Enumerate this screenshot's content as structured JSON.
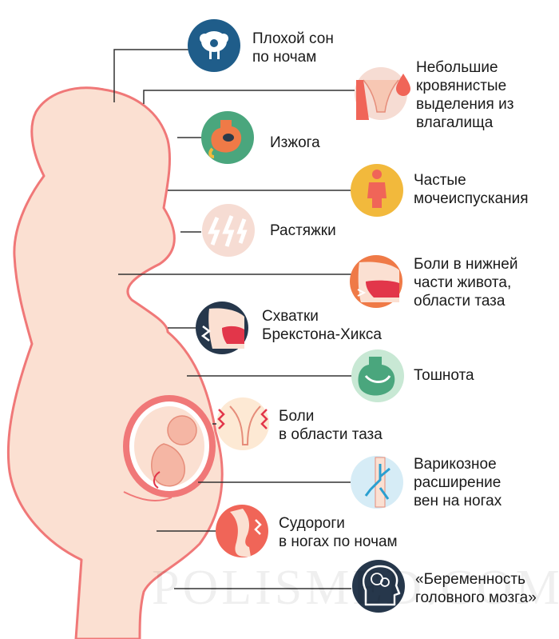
{
  "symptoms": [
    {
      "label": "Плохой сон\nпо ночам",
      "icon": "sheep-icon"
    },
    {
      "label": "Небольшие\nкровянистые\nвыделения из\nвлагалища",
      "icon": "blood-drop-icon"
    },
    {
      "label": "Изжога",
      "icon": "stomach-heartburn-icon"
    },
    {
      "label": "Частые\nмочеиспускания",
      "icon": "person-bladder-icon"
    },
    {
      "label": "Растяжки",
      "icon": "stretch-marks-icon"
    },
    {
      "label": "Боли в нижней\nчасти живота,\nобласти таза",
      "icon": "lower-abdomen-pain-icon"
    },
    {
      "label": "Схватки\nБрекстона-Хикса",
      "icon": "contraction-icon"
    },
    {
      "label": "Тошнота",
      "icon": "stomach-nausea-icon"
    },
    {
      "label": "Боли\nв области таза",
      "icon": "pelvis-pain-icon"
    },
    {
      "label": "Варикозное\nрасширение\nвен на ногах",
      "icon": "varicose-veins-icon"
    },
    {
      "label": "Судороги\nв ногах по ночам",
      "icon": "leg-cramp-icon"
    },
    {
      "label": "«Беременность\nголовного мозга»",
      "icon": "brain-head-icon"
    }
  ],
  "watermark": "POLISMED.COM",
  "colors": {
    "silhouette_fill": "#fbe0d2",
    "silhouette_stroke": "#f07878",
    "connector": "#333333",
    "icon_navy": "#1f5d8a",
    "icon_green": "#4aa67d",
    "icon_yellow": "#f2b93c",
    "icon_light_pink": "#f6dcd3",
    "icon_orange": "#ef7a47",
    "icon_dark_navy": "#26374b",
    "icon_light_green": "#c8e8d4",
    "icon_light_yellow": "#fde9d4",
    "icon_light_blue": "#d6ecf6",
    "icon_coral": "#f06558",
    "accent_red": "#e2364a"
  }
}
